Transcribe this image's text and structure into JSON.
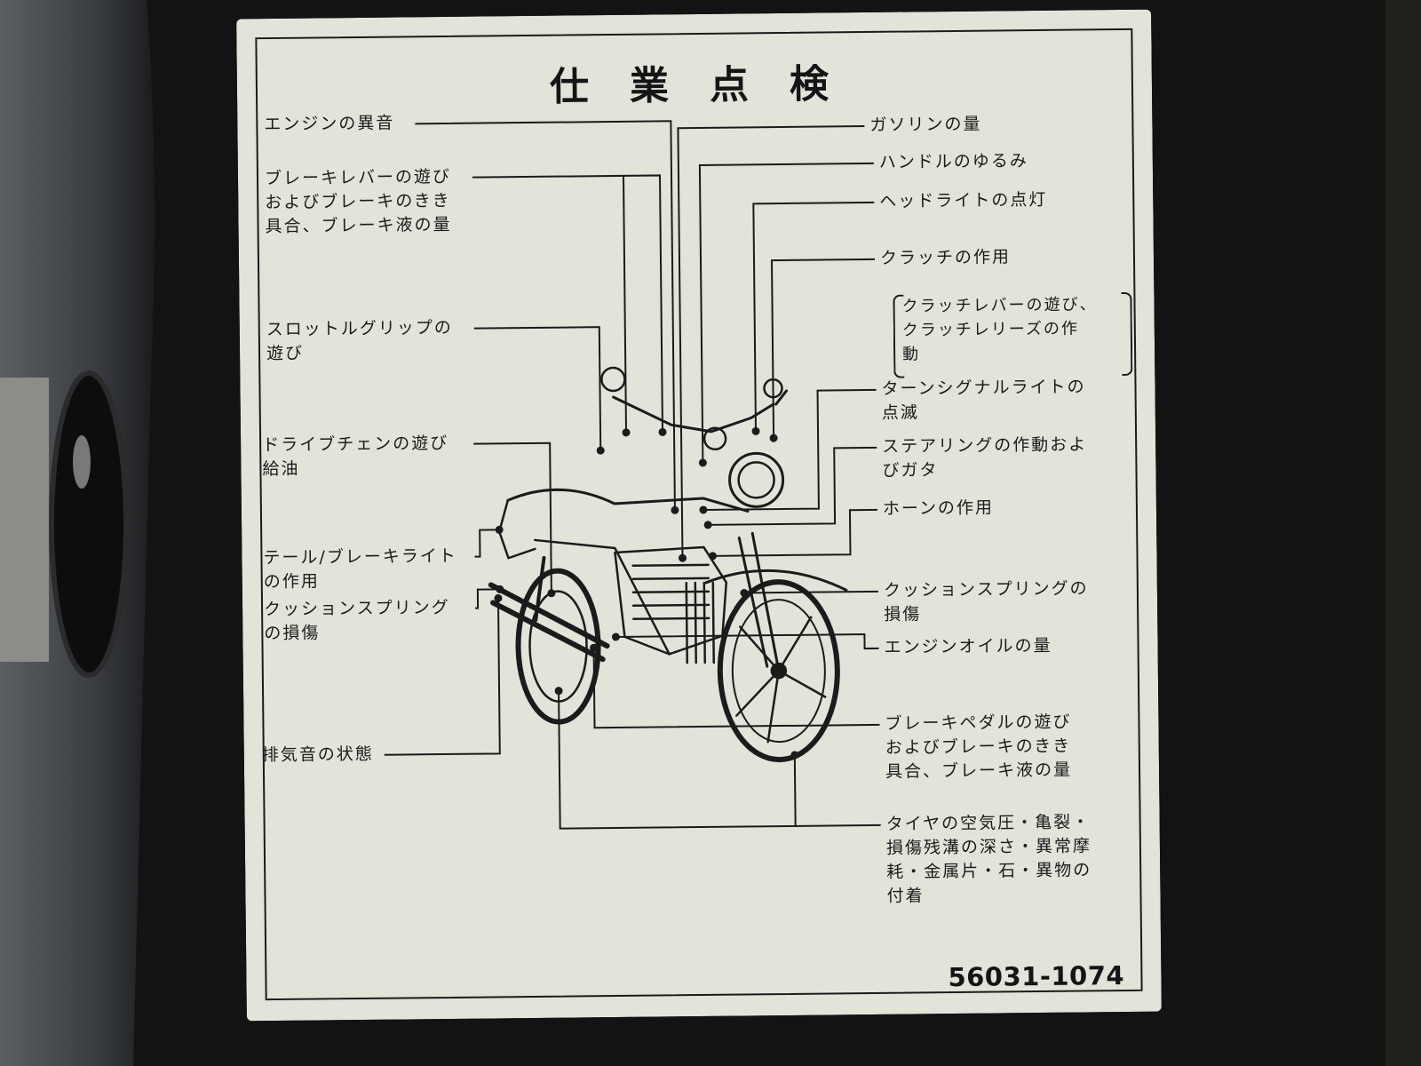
{
  "plate": {
    "title": "仕業点検",
    "part_number": "56031-1074",
    "colors": {
      "plate": "#e3e3da",
      "ink": "#1b1b1b",
      "background": "#141414"
    }
  },
  "labels_left": [
    {
      "id": "engine-noise",
      "text": "エンジンの異音"
    },
    {
      "id": "brake-lever",
      "text": "ブレーキレバーの遊び\nおよびブレーキのきき\n具合、ブレーキ液の量"
    },
    {
      "id": "throttle-grip",
      "text": "スロットルグリップの\n遊び"
    },
    {
      "id": "drive-chain",
      "text": "ドライブチェンの遊び\n給油"
    },
    {
      "id": "tail-brake-light",
      "text": "テール/ブレーキライト\nの作用"
    },
    {
      "id": "rear-cushion-spring",
      "text": "クッションスプリング\nの損傷"
    },
    {
      "id": "exhaust-sound",
      "text": "排気音の状態"
    }
  ],
  "labels_right": [
    {
      "id": "fuel-level",
      "text": "ガソリンの量"
    },
    {
      "id": "handlebar-play",
      "text": "ハンドルのゆるみ"
    },
    {
      "id": "headlight",
      "text": "ヘッドライトの点灯"
    },
    {
      "id": "clutch",
      "text": "クラッチの作用"
    },
    {
      "id": "clutch-note",
      "text": "クラッチレバーの遊び、\nクラッチレリーズの作\n動"
    },
    {
      "id": "turn-signal",
      "text": "ターンシグナルライトの\n点滅"
    },
    {
      "id": "steering",
      "text": "ステアリングの作動およ\nびガタ"
    },
    {
      "id": "horn",
      "text": "ホーンの作用"
    },
    {
      "id": "front-cushion-spring",
      "text": "クッションスプリングの\n損傷"
    },
    {
      "id": "engine-oil",
      "text": "エンジンオイルの量"
    },
    {
      "id": "brake-pedal",
      "text": "ブレーキペダルの遊び\nおよびブレーキのきき\n具合、ブレーキ液の量"
    },
    {
      "id": "tires",
      "text": "タイヤの空気圧・亀裂・\n損傷残溝の深さ・異常摩\n耗・金属片・石・異物の\n付着"
    }
  ]
}
